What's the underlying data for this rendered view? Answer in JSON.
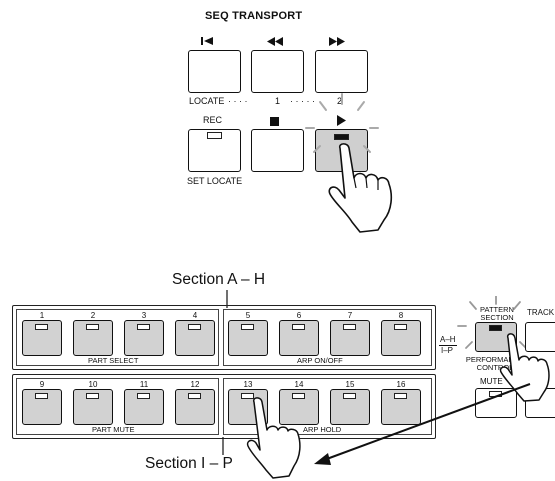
{
  "top": {
    "title": "SEQ TRANSPORT",
    "icons": [
      "skip-to-start-icon",
      "rewind-icon",
      "fast-forward-icon",
      "stop-icon",
      "play-icon"
    ],
    "locate_label": "LOCATE",
    "locate_dots_a": "· · · ·",
    "locate_num_1": "1",
    "locate_dots_b": "· · · · ·",
    "locate_num_2": "2",
    "rec_label": "REC",
    "set_locate_label": "SET LOCATE"
  },
  "bottom": {
    "section_ah": "Section A – H",
    "section_ip": "Section I – P",
    "row1_numbers": [
      "1",
      "2",
      "3",
      "4",
      "5",
      "6",
      "7",
      "8"
    ],
    "row2_numbers": [
      "9",
      "10",
      "11",
      "12",
      "13",
      "14",
      "15",
      "16"
    ],
    "part_select": "PART SELECT",
    "arp_on_off": "ARP ON/OFF",
    "part_mute": "PART MUTE",
    "arp_hold": "ARP HOLD",
    "ah_tag": "A–H",
    "ip_tag": "I–P",
    "pattern_section": "PATTERN SECTION",
    "performance_control": "PERFORMANCE CONTROL",
    "track_label": "TRACK",
    "mute_label": "MUTE"
  }
}
